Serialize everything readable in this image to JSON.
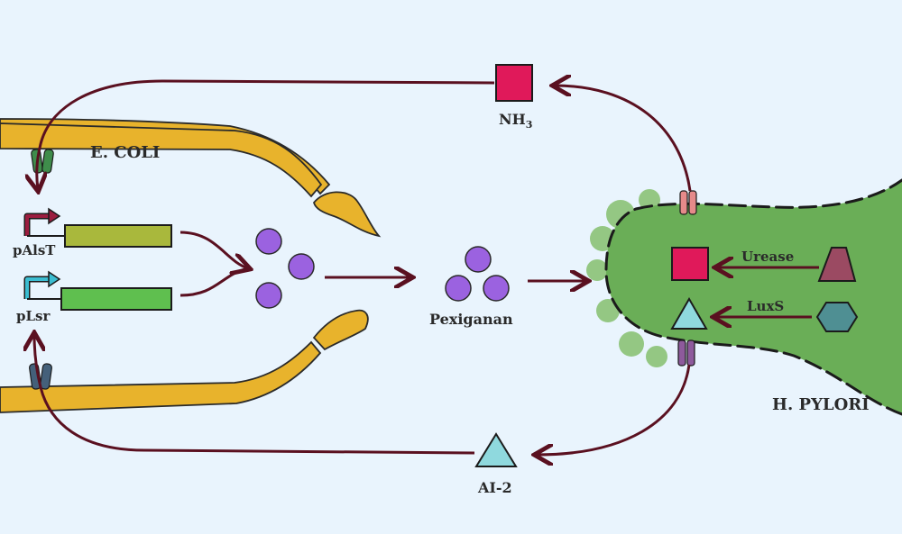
{
  "labels": {
    "ecoli": "E. COLI",
    "hpylori": "H. PYLORI",
    "palst": "pAlsT",
    "plsr": "pLsr",
    "pexiganan": "Pexiganan",
    "nh3_main": "NH",
    "nh3_sub": "3",
    "ai2": "AI-2",
    "urease": "Urease",
    "luxs": "LuxS"
  },
  "colors": {
    "background": "#e9f4fd",
    "membrane": "#e8b32c",
    "hpylori_cell": "#6aae57",
    "arrow": "#5a1020",
    "pexiganan": "#9b62e0",
    "nh3": "#e0195a",
    "ai2": "#8fd9de",
    "urease_enzyme": "#9b4a62",
    "luxs_enzyme": "#4f8f93",
    "palst_gene": "#a9b83c",
    "plsr_gene": "#5fbf4f"
  },
  "icons": {
    "palst_promoter": "promoter-arrow-icon",
    "plsr_promoter": "promoter-arrow-icon",
    "nh3_symbol": "square-icon",
    "ai2_symbol": "triangle-icon",
    "urease_symbol": "trapezoid-icon",
    "luxs_symbol": "hexagon-icon"
  }
}
